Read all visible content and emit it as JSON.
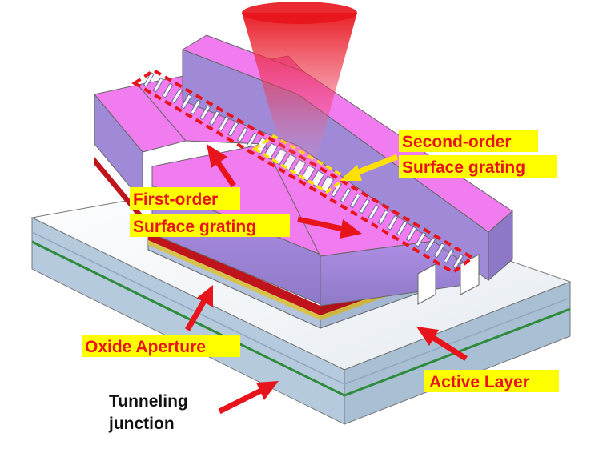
{
  "labels": {
    "second_order_line1": "Second-order",
    "second_order_line2": "Surface grating",
    "first_order_line1": "First-order",
    "first_order_line2": "Surface grating",
    "oxide_aperture": "Oxide Aperture",
    "active_layer": "Active Layer",
    "tunneling_line1": "Tunneling",
    "tunneling_line2": "junction"
  },
  "colors": {
    "label_text": "#e8141b",
    "label_highlight": "#ffff00",
    "arrow": "#e8141b",
    "top_surface": "#f07cf0",
    "ridge_side": "#9b7fd6",
    "substrate_top": "#ffffff",
    "substrate_side": "#b9cde0",
    "active_layer": "#c0141c",
    "oxide_layer": "#d9c24a",
    "tunnel_layer": "#2f8b3c",
    "laser_beam": "#e8141b",
    "grating_first_box": "#e8141b",
    "grating_second_box": "#ffe000"
  }
}
